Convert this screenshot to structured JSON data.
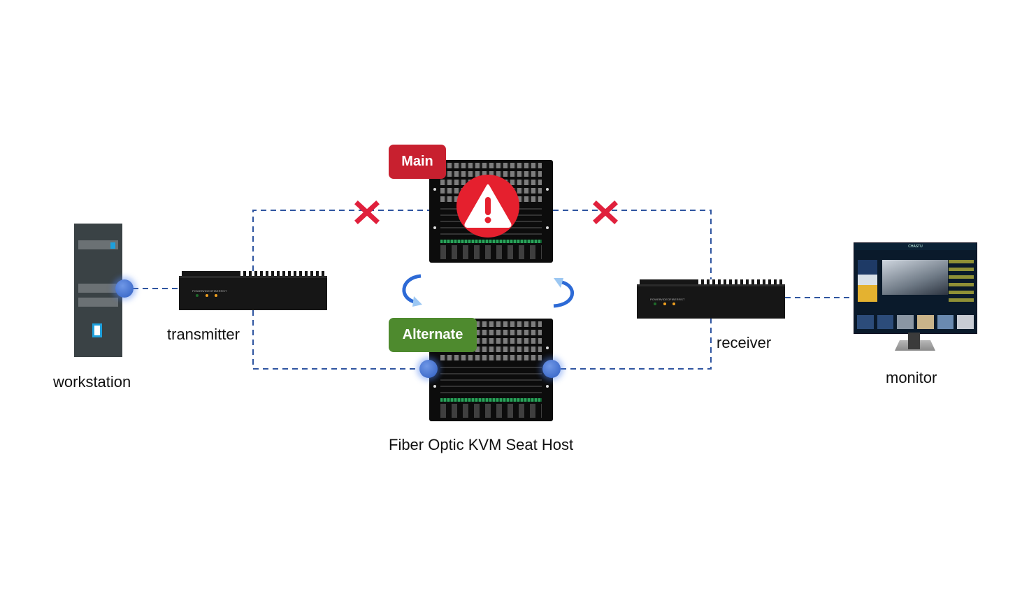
{
  "diagram": {
    "nodes": {
      "workstation": {
        "label": "workstation"
      },
      "transmitter": {
        "label": "transmitter",
        "leds": [
          "POWER",
          "VIDEO",
          "FIBER",
          "RST"
        ]
      },
      "main_host": {
        "tag": "Main",
        "status": "fault"
      },
      "alternate_host": {
        "tag": "Alternate",
        "status": "active"
      },
      "host_caption": "Fiber Optic KVM Seat Host",
      "receiver": {
        "label": "receiver",
        "leds": [
          "POWER",
          "VIDEO",
          "FIBER",
          "RST"
        ]
      },
      "monitor": {
        "label": "monitor",
        "screen_title": "CHASTU"
      }
    },
    "links": [
      {
        "from": "workstation",
        "to": "transmitter",
        "style": "dashed"
      },
      {
        "from": "transmitter",
        "to": "main_host",
        "style": "dashed",
        "broken": true
      },
      {
        "from": "main_host",
        "to": "receiver",
        "style": "dashed",
        "broken": true
      },
      {
        "from": "transmitter",
        "to": "alternate_host",
        "style": "dashed"
      },
      {
        "from": "alternate_host",
        "to": "receiver",
        "style": "dashed"
      },
      {
        "from": "receiver",
        "to": "monitor",
        "style": "dashed"
      }
    ],
    "colors": {
      "link": "#2f55a0",
      "broken_mark": "#e0203c",
      "main_tag": "#c8202f",
      "alternate_tag": "#4e8a2e",
      "node_dot": "#3a6ad0"
    }
  }
}
